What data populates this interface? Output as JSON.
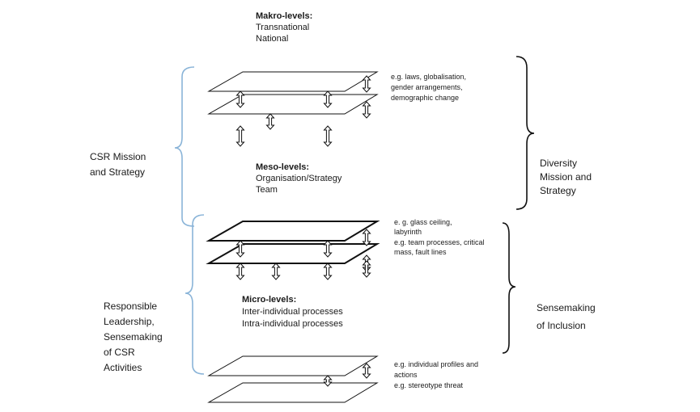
{
  "levels": {
    "makro": {
      "title": "Makro-levels:",
      "lines": [
        "Transnational",
        "National"
      ]
    },
    "meso": {
      "title": "Meso-levels:",
      "lines": [
        "Organisation/Strategy",
        "Team"
      ]
    },
    "micro": {
      "title": "Micro-levels:",
      "lines": [
        "Inter-individual processes",
        "Intra-individual processes"
      ]
    }
  },
  "examples": {
    "makro": [
      "e.g. laws,  globalisation,",
      "gender arrangements,",
      "demographic change"
    ],
    "meso": [
      "e. g. glass ceiling,",
      "labyrinth",
      "e.g. team processes, critical",
      "mass, fault lines"
    ],
    "micro": [
      "e.g. individual profiles and",
      "actions",
      "e.g. stereotype threat"
    ]
  },
  "left_labels": {
    "csr": [
      "CSR Mission",
      "and Strategy"
    ],
    "responsible": [
      "Responsible",
      "Leadership,",
      "Sensemaking",
      "of CSR",
      "Activities"
    ]
  },
  "right_labels": {
    "diversity": [
      "Diversity",
      "Mission and",
      "Strategy"
    ],
    "sensemaking": [
      "Sensemaking",
      "of Inclusion"
    ]
  },
  "colors": {
    "left_brace": "#8ab4d8",
    "right_brace": "#111111",
    "plane": "#111111"
  },
  "icons": {
    "arrow": "double-vertical-arrow-icon",
    "plane": "parallelogram-plane"
  }
}
